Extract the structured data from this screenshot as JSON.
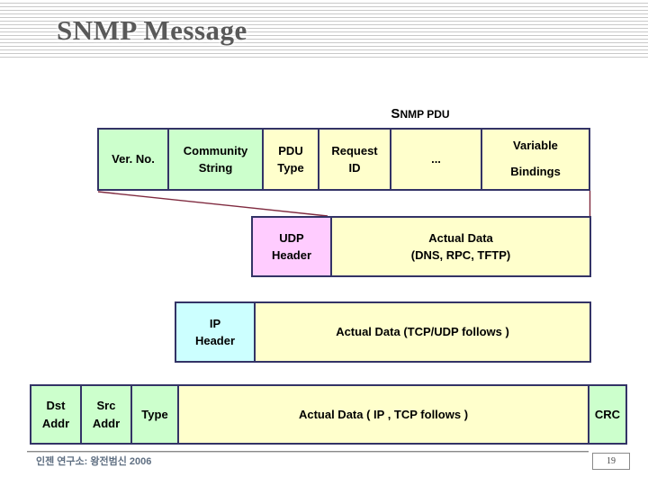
{
  "palette": {
    "green": "#ccffcc",
    "yellow": "#ffffcc",
    "pink": "#ffccff",
    "cyan": "#ccffff",
    "box-border": "#333366",
    "connector": "#802b40",
    "title-color": "#595959",
    "stripe-color": "#c9c9c9",
    "footer-color": "#5f6f82"
  },
  "title": "SNMP Message",
  "labels": {
    "snmp_pdu": "SNMP PDU"
  },
  "snmp_row": {
    "cells": [
      "Ver. No.",
      "Community\nString",
      "PDU\nType",
      "Request\nID",
      "...",
      "Variable\nBindings"
    ]
  },
  "udp_row": {
    "header": "UDP\nHeader",
    "data": "Actual Data\n(DNS, RPC, TFTP)"
  },
  "ip_row": {
    "header": "IP\nHeader",
    "data": "Actual Data (TCP/UDP follows )"
  },
  "eth_row": {
    "cells": [
      "Dst\nAddr",
      "Src\nAddr",
      "Type"
    ],
    "data": "Actual Data ( IP , TCP follows )",
    "crc": "CRC"
  },
  "footer": {
    "credit": "인젠 연구소: 왕전범신 2006",
    "page": "19"
  }
}
